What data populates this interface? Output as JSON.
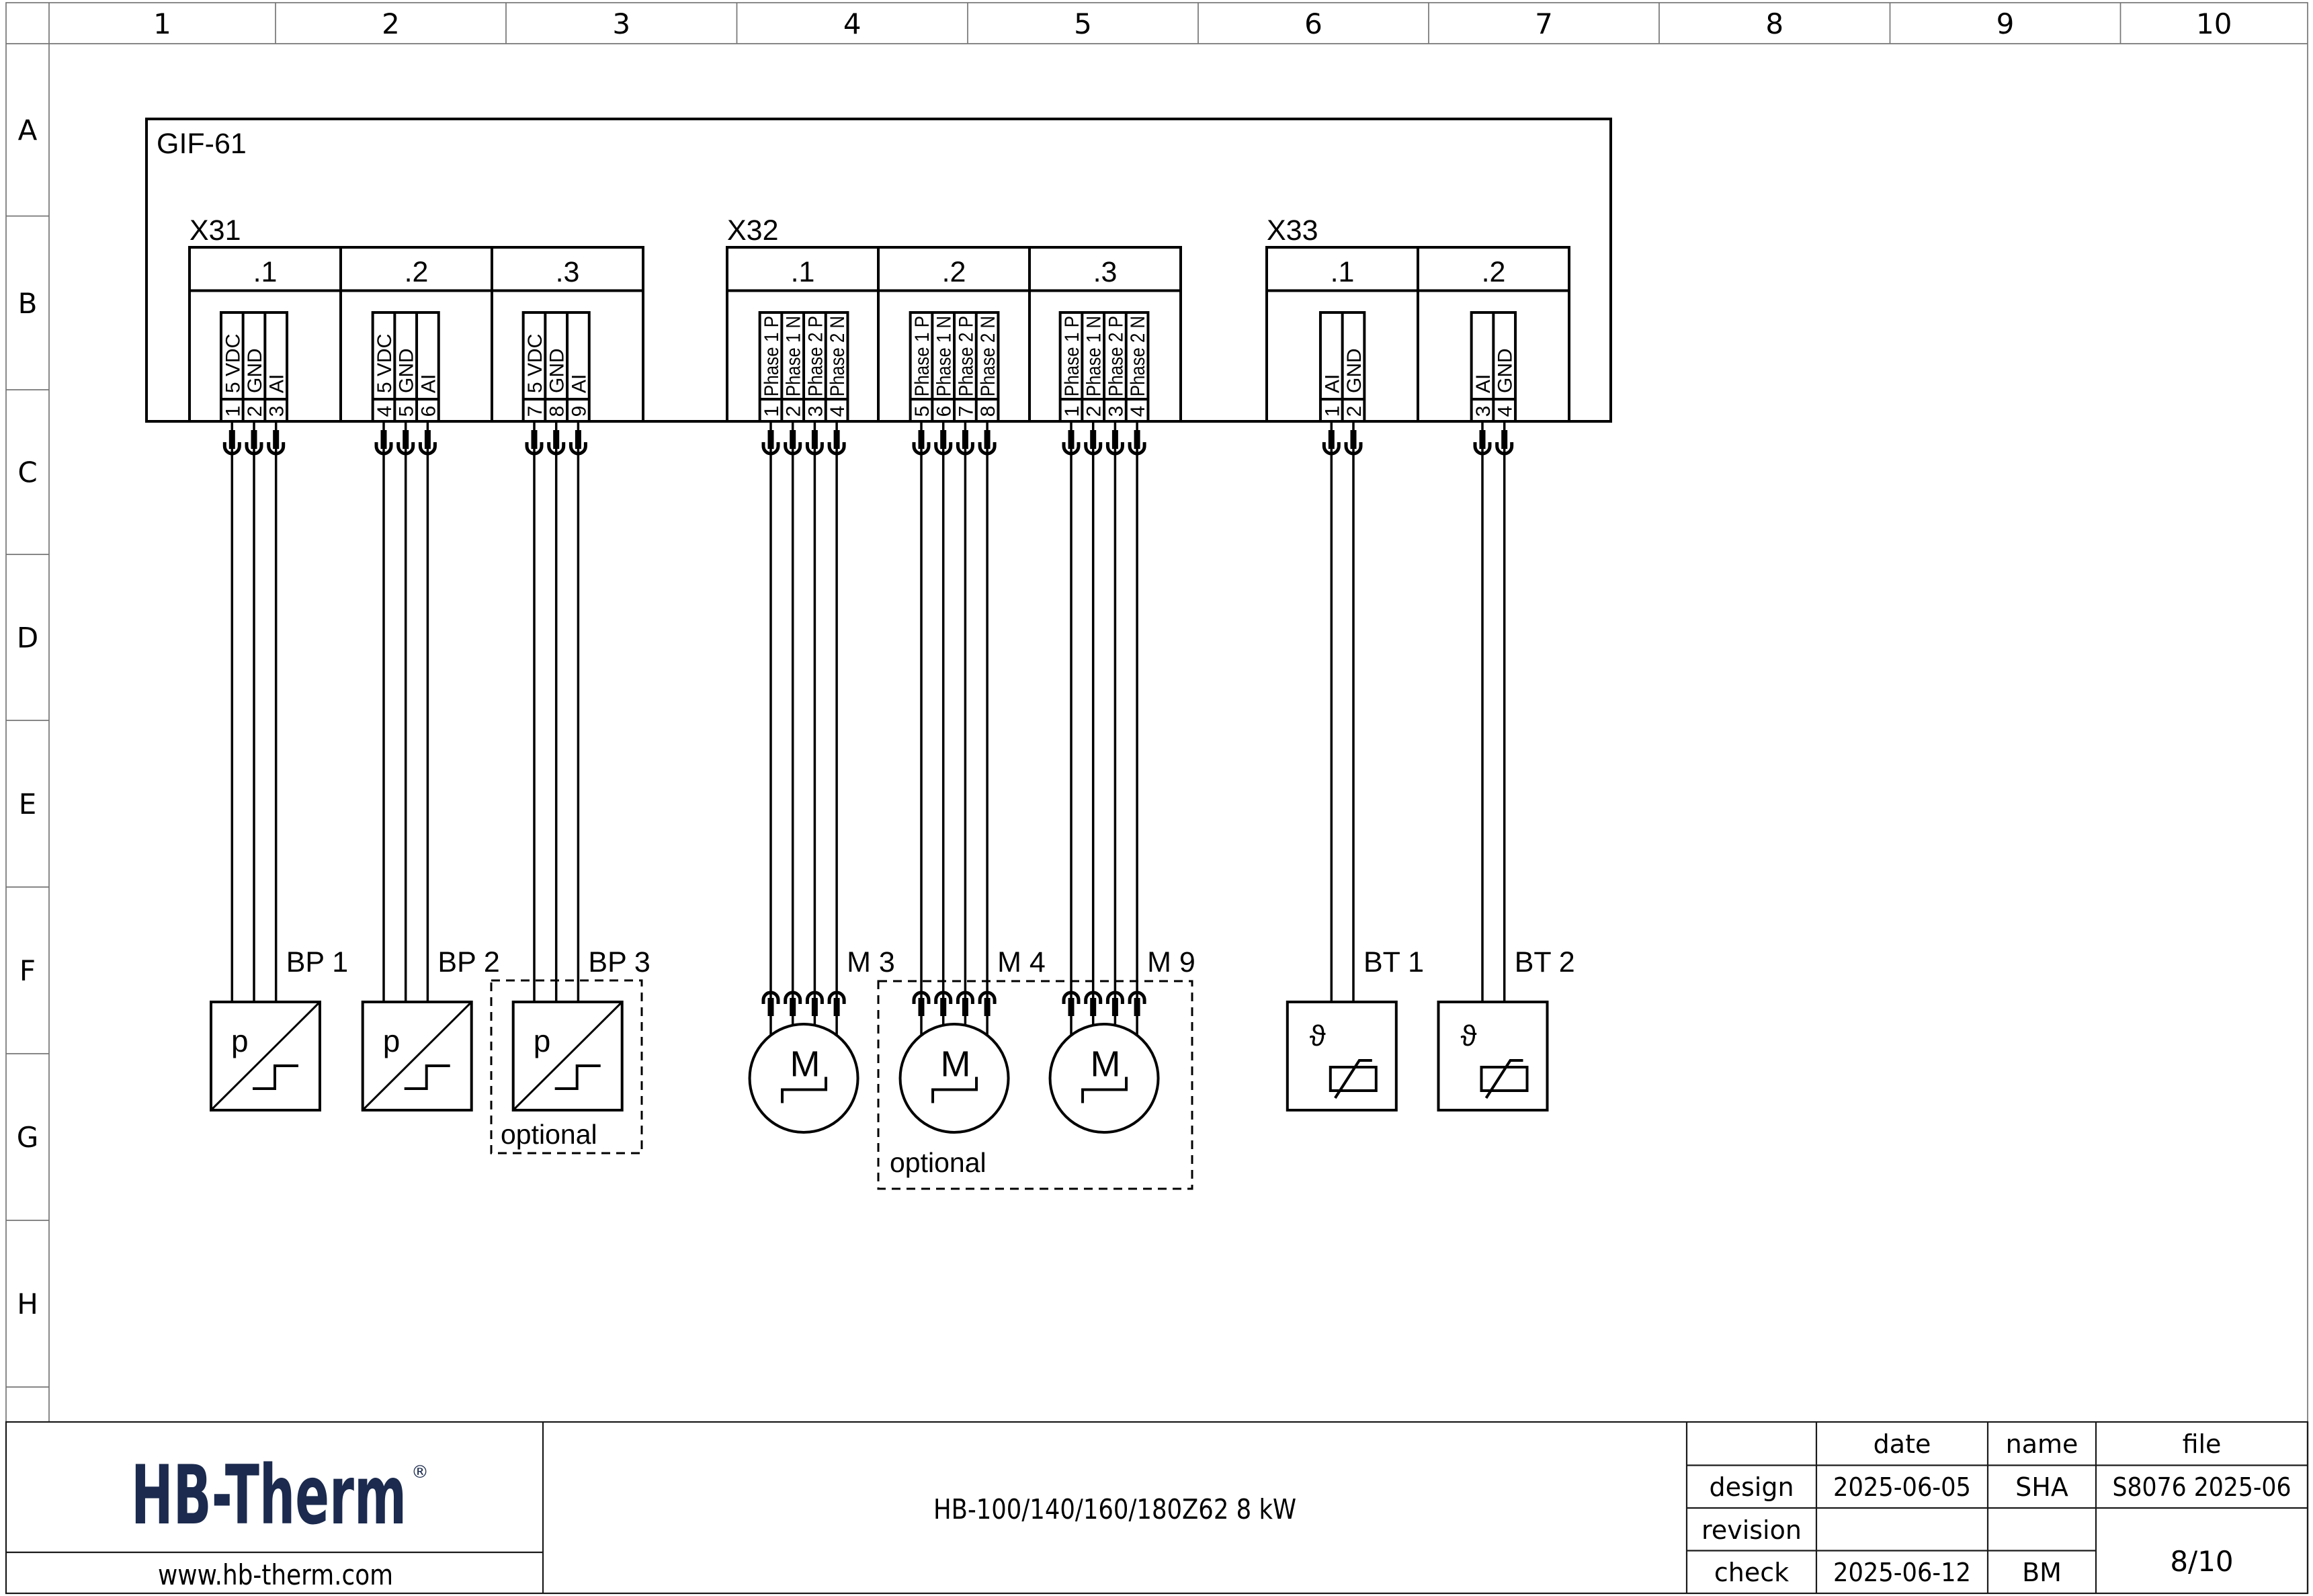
{
  "page": {
    "background": "#ffffff",
    "line_color": "#000000",
    "grid_line_color": "#767676",
    "titleblock_line_color": "#1a1a1a"
  },
  "frame": {
    "columns": [
      "1",
      "2",
      "3",
      "4",
      "5",
      "6",
      "7",
      "8",
      "9",
      "10"
    ],
    "rows": [
      "A",
      "B",
      "C",
      "D",
      "E",
      "F",
      "G",
      "H"
    ]
  },
  "diagram": {
    "box_label": "GIF-61",
    "optional_label": "optional",
    "connectors": [
      {
        "id": "X31",
        "label": "X31",
        "groups": [
          {
            "label": ".1",
            "device": "BP 1",
            "terminals": [
              {
                "n": "1",
                "t": "5 VDC"
              },
              {
                "n": "2",
                "t": "GND"
              },
              {
                "n": "3",
                "t": "AI"
              }
            ]
          },
          {
            "label": ".2",
            "device": "BP 2",
            "terminals": [
              {
                "n": "4",
                "t": "5 VDC"
              },
              {
                "n": "5",
                "t": "GND"
              },
              {
                "n": "6",
                "t": "AI"
              }
            ]
          },
          {
            "label": ".3",
            "device": "BP 3",
            "terminals": [
              {
                "n": "7",
                "t": "5 VDC"
              },
              {
                "n": "8",
                "t": "GND"
              },
              {
                "n": "9",
                "t": "AI"
              }
            ]
          }
        ]
      },
      {
        "id": "X32",
        "label": "X32",
        "groups": [
          {
            "label": ".1",
            "device": "M 3",
            "terminals": [
              {
                "n": "1",
                "t": "Phase 1 P"
              },
              {
                "n": "2",
                "t": "Phase 1 N"
              },
              {
                "n": "3",
                "t": "Phase 2 P"
              },
              {
                "n": "4",
                "t": "Phase 2 N"
              }
            ]
          },
          {
            "label": ".2",
            "device": "M 4",
            "terminals": [
              {
                "n": "5",
                "t": "Phase 1 P"
              },
              {
                "n": "6",
                "t": "Phase 1 N"
              },
              {
                "n": "7",
                "t": "Phase 2 P"
              },
              {
                "n": "8",
                "t": "Phase 2 N"
              }
            ]
          },
          {
            "label": ".3",
            "device": "M 9",
            "terminals": [
              {
                "n": "1",
                "t": "Phase 1 P"
              },
              {
                "n": "2",
                "t": "Phase 1 N"
              },
              {
                "n": "3",
                "t": "Phase 2 P"
              },
              {
                "n": "4",
                "t": "Phase 2 N"
              }
            ]
          }
        ]
      },
      {
        "id": "X33",
        "label": "X33",
        "groups": [
          {
            "label": ".1",
            "device": "BT 1",
            "terminals": [
              {
                "n": "1",
                "t": "AI"
              },
              {
                "n": "2",
                "t": "GND"
              }
            ]
          },
          {
            "label": ".2",
            "device": "BT 2",
            "terminals": [
              {
                "n": "3",
                "t": "AI"
              },
              {
                "n": "4",
                "t": "GND"
              }
            ]
          }
        ]
      }
    ],
    "devices": [
      {
        "id": "BP 1",
        "label": "BP 1",
        "type": "pressure",
        "symbol_letter": "p",
        "optional": false
      },
      {
        "id": "BP 2",
        "label": "BP 2",
        "type": "pressure",
        "symbol_letter": "p",
        "optional": false
      },
      {
        "id": "BP 3",
        "label": "BP 3",
        "type": "pressure",
        "symbol_letter": "p",
        "optional": true
      },
      {
        "id": "M 3",
        "label": "M 3",
        "type": "motor",
        "symbol_letter": "M",
        "optional": false
      },
      {
        "id": "M 4",
        "label": "M 4",
        "type": "motor",
        "symbol_letter": "M",
        "optional": true
      },
      {
        "id": "M 9",
        "label": "M 9",
        "type": "motor",
        "symbol_letter": "M",
        "optional": true
      },
      {
        "id": "BT 1",
        "label": "BT 1",
        "type": "temperature",
        "symbol_letter": "ϑ",
        "optional": false
      },
      {
        "id": "BT 2",
        "label": "BT 2",
        "type": "temperature",
        "symbol_letter": "ϑ",
        "optional": false
      }
    ]
  },
  "titleblock": {
    "logo_text": "HB-Therm",
    "logo_mark": "®",
    "logo_color": "#1b2a4e",
    "website": "www.hb-therm.com",
    "project": "HB-100/140/160/180Z62 8 kW",
    "table": {
      "headers": {
        "date": "date",
        "name": "name",
        "file": "file"
      },
      "rows": [
        {
          "label": "design",
          "date": "2025-06-05",
          "name": "SHA",
          "file": "S8076 2025-06"
        },
        {
          "label": "revision",
          "date": "",
          "name": "",
          "file": ""
        },
        {
          "label": "check",
          "date": "2025-06-12",
          "name": "BM",
          "file": ""
        }
      ],
      "page": "8/10"
    }
  }
}
